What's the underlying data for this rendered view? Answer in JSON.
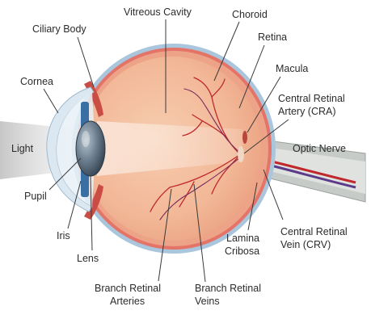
{
  "labels": {
    "vitreous_cavity": "Vitreous Cavity",
    "choroid": "Choroid",
    "ciliary_body": "Ciliary Body",
    "retina": "Retina",
    "macula": "Macula",
    "cornea": "Cornea",
    "central_retinal_artery_l1": "Central Retinal",
    "central_retinal_artery_l2": "Artery (CRA)",
    "optic_nerve": "Optic Nerve",
    "light": "Light",
    "pupil": "Pupil",
    "iris": "Iris",
    "lens": "Lens",
    "lamina_cribosa_l1": "Lamina",
    "lamina_cribosa_l2": "Cribosa",
    "central_retinal_vein_l1": "Central Retinal",
    "central_retinal_vein_l2": "Vein (CRV)",
    "branch_retinal_arteries_l1": "Branch Retinal",
    "branch_retinal_arteries_l2": "Arteries",
    "branch_retinal_veins_l1": "Branch Retinal",
    "branch_retinal_veins_l2": "Veins"
  },
  "colors": {
    "sclera": "#a9c6dc",
    "choroid": "#e47368",
    "retina": "#eda388",
    "vitreous": "#f2b997",
    "vessel_artery": "#c0282c",
    "vessel_vein": "#5b3a8a",
    "optic_nerve": "#c5c9c6",
    "cornea": "#dbe8f2",
    "iris": "#3a6fa3",
    "lens": "#4d5e6d"
  }
}
